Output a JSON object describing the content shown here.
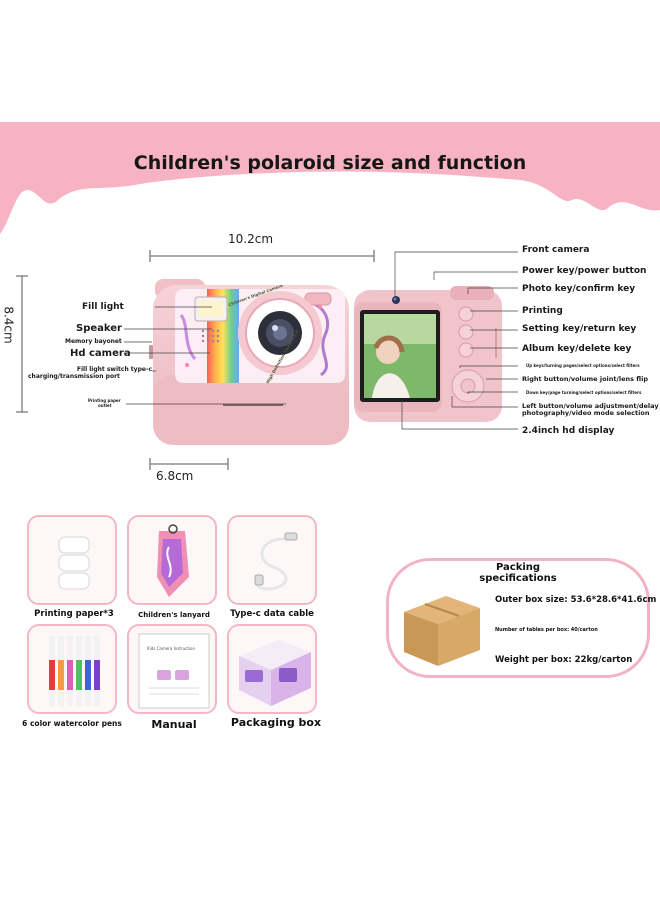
{
  "title": "Children's polaroid size and function",
  "dimensions": {
    "width": "10.2cm",
    "height": "8.4cm",
    "depth": "6.8cm"
  },
  "left_labels": {
    "fill_light": "Fill light",
    "speaker": "Speaker",
    "memory_bayonet": "Memory bayonet",
    "hd_camera": "Hd camera",
    "port_line1": "Fill light switch type-c",
    "port_line2": "charging/transmission port",
    "paper_line1": "Printing paper",
    "paper_line2": "outlet"
  },
  "right_labels": {
    "front_camera": "Front camera",
    "power_key": "Power key/power button",
    "photo_key": "Photo key/confirm key",
    "printing": "Printing",
    "setting_key": "Setting key/return key",
    "album_key": "Album key/delete key",
    "up_key": "Up keys/turning pages/select options/select filters",
    "right_button": "Right button/volume joint/lens flip",
    "down_key": "Down key/page turning/select options/select filters",
    "left_line1": "Left button/volume adjustment/delay",
    "left_line2": "photography/video mode selection",
    "display": "2.4inch hd display"
  },
  "camera_lens_text": {
    "line1": "Children's Digital Camera",
    "line2": "High Definition Camera 2.0"
  },
  "accessories": [
    {
      "label": "Printing paper*3"
    },
    {
      "label": "Children's lanyard"
    },
    {
      "label": "Type-c data cable"
    },
    {
      "label": "6 color watercolor pens"
    },
    {
      "label": "Manual"
    },
    {
      "label": "Packaging box"
    }
  ],
  "manual_text": "Kids Camera Instruction",
  "packing": {
    "title_line1": "Packing",
    "title_line2": "specifications",
    "outer_box": "Outer box size: 53.6*28.6*41.6cm",
    "tables": "Number of tables per box: 40/carton",
    "weight": "Weight per box: 22kg/carton"
  },
  "colors": {
    "banner_pink": "#f7b3c2",
    "camera_pink": "#f3c4cc",
    "tile_border": "#f3b7c6"
  }
}
